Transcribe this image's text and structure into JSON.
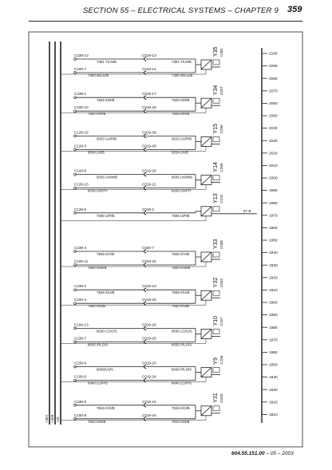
{
  "header": {
    "title": "SECTION 55 – ELECTRICAL SYSTEMS – CHAPTER 9",
    "page": "359"
  },
  "footer": {
    "docnum": "604.55.151.00",
    "date": " – 05 – 2003"
  },
  "bus_labels": [
    "+30A",
    "+30B",
    "+15"
  ],
  "scale": [
    "2100",
    "2090",
    "2080",
    "2070",
    "2060",
    "2050",
    "2040",
    "2030",
    "2020",
    "2010",
    "2000",
    "1990",
    "1980",
    "1970",
    "1960",
    "1950",
    "1940",
    "1930",
    "1920",
    "1910",
    "1900",
    "1890",
    "1880",
    "1870",
    "1860",
    "1850",
    "1840",
    "1830",
    "1820",
    "1810"
  ],
  "components": [
    {
      "name": "Y35",
      "code": "C361",
      "rows": [
        {
          "left": "C239-13",
          "wire": "7301 Y/LN/B",
          "mid": "C019-13",
          "right": "7301 Y/LN/B"
        },
        {
          "left": "C100-7",
          "wire": "7300 W/LG/B",
          "mid": "C019-14",
          "right": "7300 W/LG/B"
        }
      ]
    },
    {
      "name": "Y34",
      "code": "C037",
      "rows": [
        {
          "left": "C239-1",
          "wire": "7825 K/R/B",
          "mid": "C019-17",
          "right": "7820 K/R/B"
        },
        {
          "left": "C100-10",
          "wire": "7820 K/R/B",
          "mid": "C019-18",
          "right": "7825 K/R/B"
        }
      ]
    },
    {
      "name": "Y15",
      "code": "C290",
      "rows": [
        {
          "left": "C128-15",
          "wire": "9033 LN/R/B",
          "mid": "C019-39",
          "right": "9033 LN/R/B"
        },
        {
          "left": "C128-3",
          "wire": "9034 LN/B",
          "mid": "C019-40",
          "right": "9034 LN/B"
        }
      ]
    },
    {
      "name": "Y14",
      "code": "C289",
      "rows": [
        {
          "left": "C128-8",
          "wire": "9035 LN/W/B",
          "mid": "C019-29",
          "right": "9035 LN/W/B"
        },
        {
          "left": "C128-10",
          "wire": "9036 LN/P/Y",
          "mid": "C019-21",
          "right": "9036 LN/P/Y"
        }
      ]
    },
    {
      "name": "Y13",
      "code": "C232",
      "rows": [
        {
          "left": "C128-5",
          "wire": "7005 U/P/B",
          "mid": "C019-2",
          "right": "7005 U/P/B"
        }
      ],
      "extra": "57 B"
    },
    {
      "name": "Y33",
      "code": "C035",
      "rows": [
        {
          "left": "C239-3",
          "wire": "7845 K/Y/B",
          "mid": "C020-7",
          "right": "7845 K/Y/B"
        },
        {
          "left": "C100-11",
          "wire": "7840 K/W/B",
          "mid": "C019-22",
          "right": "7840 K/W/B"
        }
      ]
    },
    {
      "name": "Y32",
      "code": "C034",
      "rows": [
        {
          "left": "C239-2",
          "wire": "7835 K/U/B",
          "mid": "C019-19",
          "right": "7835 K/U/B"
        },
        {
          "left": "C100-4",
          "wire": "7830 K/S/B",
          "mid": "C019-20",
          "right": "7830 K/S/B"
        }
      ]
    },
    {
      "name": "Y10",
      "code": "C157",
      "rows": [
        {
          "left": "C100-13",
          "wire": "8030 LG/O/S",
          "mid": "C019-26",
          "right": "8030 LG/O/S"
        },
        {
          "left": "C239-7",
          "wire": "8035 P/LG/S",
          "mid": "C019-25",
          "right": "8035 P/LG/S"
        }
      ]
    },
    {
      "name": "Y9",
      "code": "C156",
      "rows": [
        {
          "left": "C239-6",
          "wire": "8045/LN/S",
          "mid": "C019-23",
          "right": "8045 P/LN/S"
        },
        {
          "left": "C100-6",
          "wire": "8040 LG/P/S",
          "mid": "C019-24",
          "right": "8040 LG/P/S"
        }
      ]
    },
    {
      "name": "Y31",
      "code": "C033",
      "rows": [
        {
          "left": "C239-8",
          "wire": "7815 K/O/B",
          "mid": "C019-15",
          "right": "7815 K/O/B"
        },
        {
          "left": "C100-9",
          "wire": "7810 K/N/B",
          "mid": "C019-16",
          "right": "7810 K/N/B"
        }
      ]
    }
  ]
}
